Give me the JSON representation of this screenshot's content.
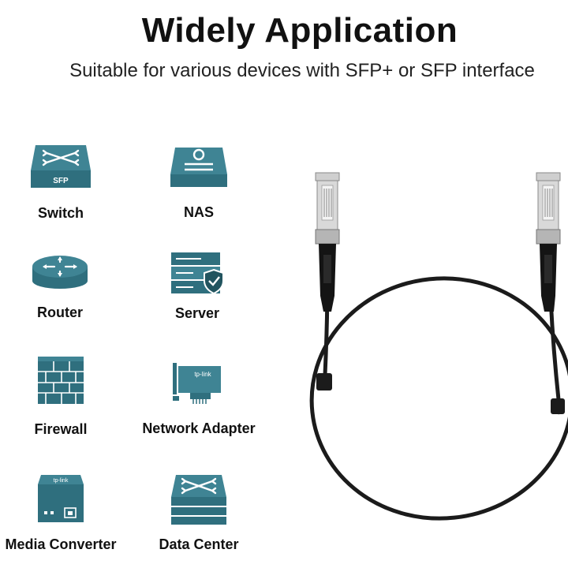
{
  "header": {
    "title": "Widely Application",
    "subtitle": "Suitable for various devices with SFP+ or SFP interface"
  },
  "devices": [
    {
      "label": "Switch",
      "icon": "switch-icon",
      "badge": "SFP"
    },
    {
      "label": "NAS",
      "icon": "nas-icon"
    },
    {
      "label": "Router",
      "icon": "router-icon"
    },
    {
      "label": "Server",
      "icon": "server-icon"
    },
    {
      "label": "Firewall",
      "icon": "firewall-icon"
    },
    {
      "label": "Network Adapter",
      "icon": "network-adapter-icon",
      "brand": "tp-link"
    },
    {
      "label": "Media Converter",
      "icon": "media-converter-icon",
      "brand": "tp-link"
    },
    {
      "label": "Data Center",
      "icon": "data-center-icon"
    }
  ],
  "product": {
    "icon": "dac-cable-icon"
  },
  "colors": {
    "teal": "#2f6f7e",
    "teal_light": "#3f8494",
    "teal_dark": "#22545f",
    "cable": "#1b1b1b"
  }
}
